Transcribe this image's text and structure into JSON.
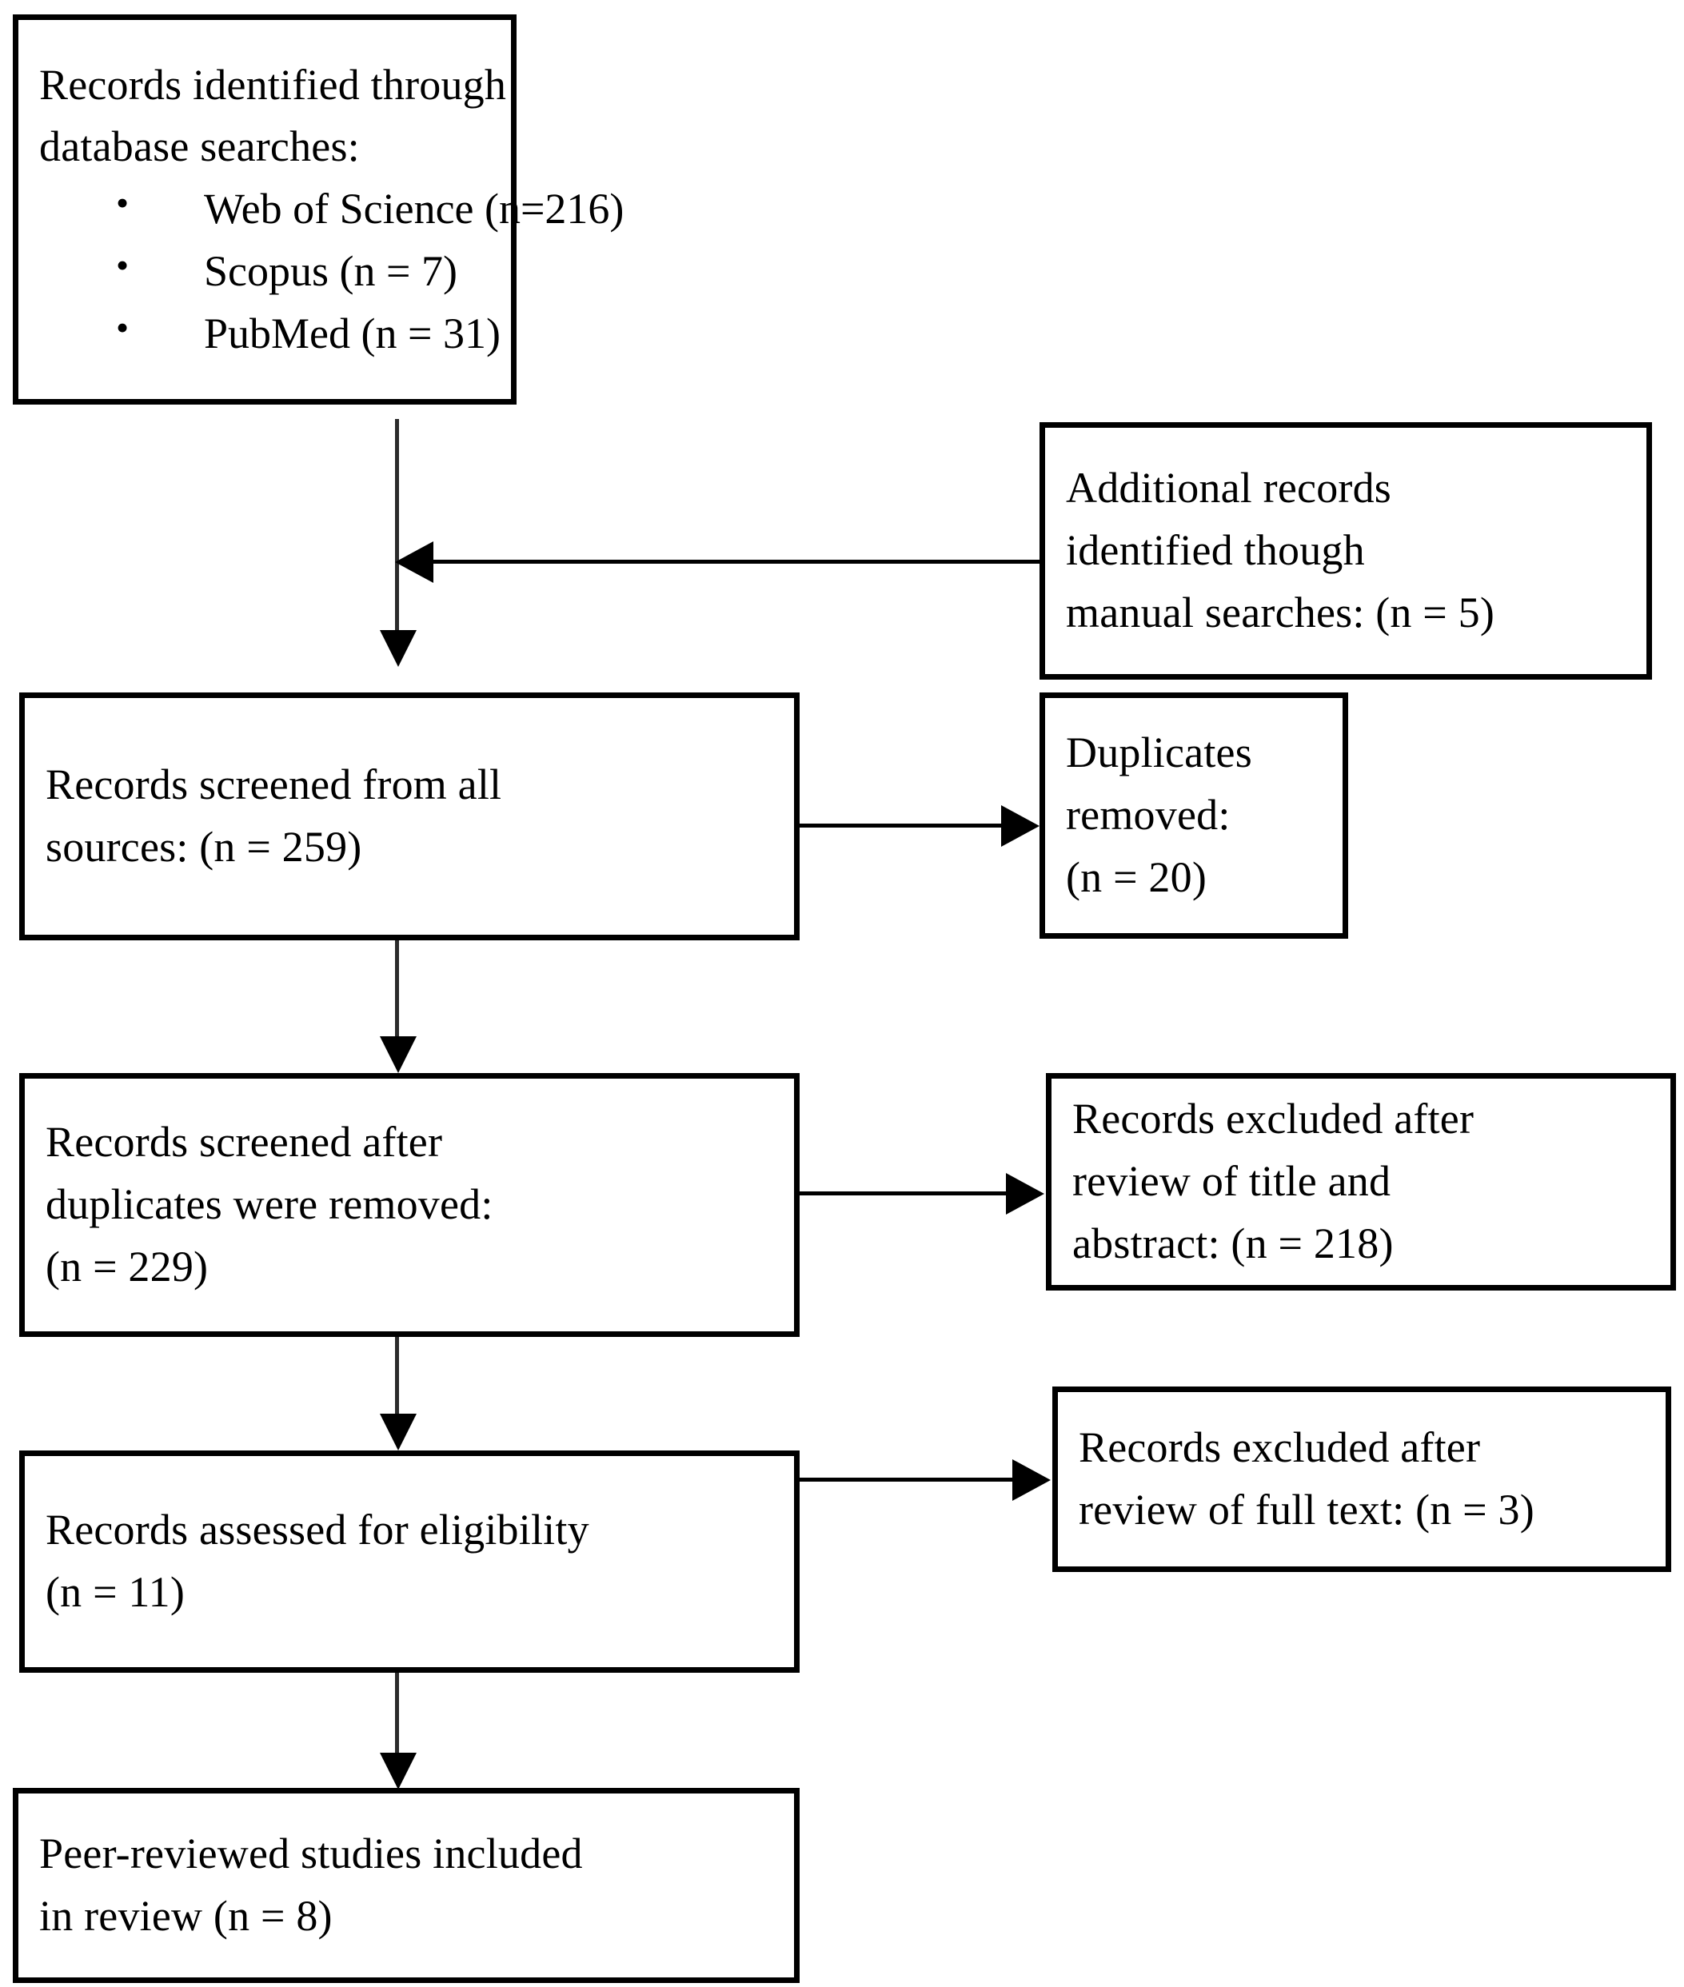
{
  "diagram": {
    "title": "PRISMA study selection flow diagram",
    "stroke_color": "#000000",
    "background_color": "#ffffff",
    "nodes": {
      "identification": {
        "heading_line_1": "Records identified through",
        "heading_line_2": "database searches:",
        "sources": [
          "Web of Science (n=216)",
          "Scopus (n = 7)",
          "PubMed (n = 31)"
        ]
      },
      "additional_records": {
        "line_1": "Additional records",
        "line_2": "identified though",
        "line_3": "manual searches: (n = 5)"
      },
      "screened_all_sources": {
        "line_1": "Records screened from all",
        "line_2": "sources: (n = 259)"
      },
      "duplicates_removed": {
        "line_1": "Duplicates",
        "line_2": "removed:",
        "line_3": "(n = 20)"
      },
      "screened_after_duplicates": {
        "line_1": "Records screened after",
        "line_2": "duplicates were removed:",
        "line_3": "(n = 229)"
      },
      "excluded_title_abstract": {
        "line_1": "Records excluded after",
        "line_2": "review of title and",
        "line_3": "abstract: (n = 218)"
      },
      "assessed_eligibility": {
        "line_1": "Records assessed for eligibility",
        "line_2": "(n = 11)"
      },
      "excluded_full_text": {
        "line_1": "Records excluded after",
        "line_2": "review of full text: (n = 3)"
      },
      "included_studies": {
        "line_1": "Peer-reviewed studies included",
        "line_2": "in review (n = 8)"
      }
    },
    "counts": {
      "web_of_science": 216,
      "scopus": 7,
      "pubmed": 31,
      "manual_searches": 5,
      "screened_all_sources": 259,
      "duplicates_removed": 20,
      "screened_after_duplicates": 229,
      "excluded_title_abstract": 218,
      "assessed_for_eligibility": 11,
      "excluded_full_text": 3,
      "included_in_review": 8
    }
  }
}
